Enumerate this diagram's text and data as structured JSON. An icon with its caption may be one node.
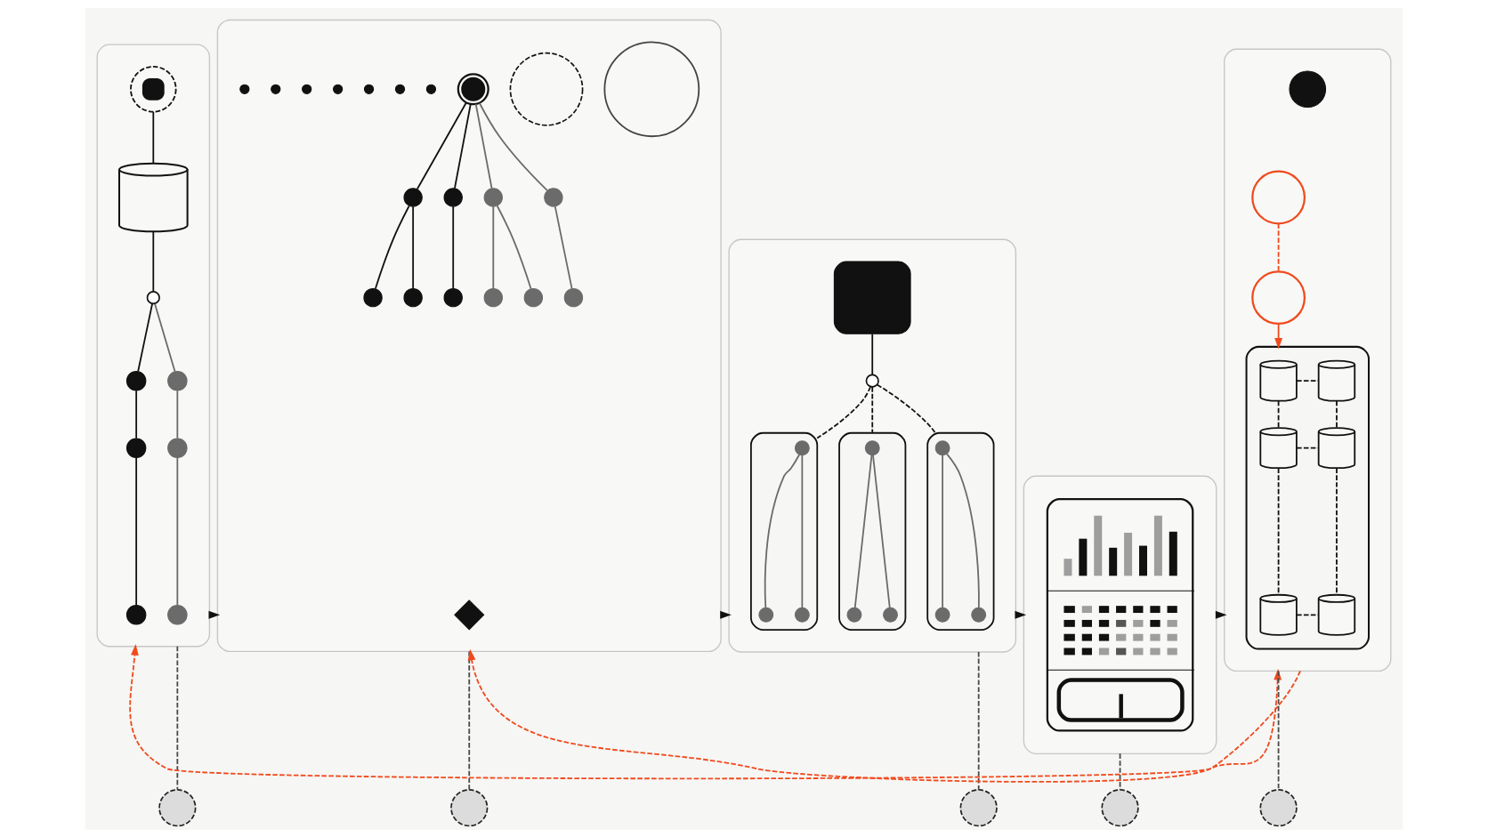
{
  "diagram": {
    "nodes": [
      {
        "text": [],
        "shape": "box"
      },
      {
        "text": [],
        "shape": "circle",
        "in": 0
      },
      {
        "text": [],
        "shape": "cylinder",
        "in": 0
      },
      {
        "text": [],
        "shape": "circle",
        "in": 0
      },
      {
        "text": [],
        "shape": "circle",
        "in": 0
      },
      {
        "text": [],
        "shape": "circle",
        "in": 0
      },
      {
        "text": [],
        "shape": "circle",
        "in": 0
      },
      {
        "text": [],
        "shape": "circle",
        "in": 0
      },
      {
        "text": [],
        "shape": "circle",
        "in": 0
      },
      {
        "text": [],
        "shape": "circle",
        "in": 0
      },
      {
        "text": [],
        "shape": "box"
      },
      {
        "text": [],
        "shape": "circle",
        "in": 10
      },
      {
        "text": [],
        "shape": "circle",
        "in": 10
      },
      {
        "text": [],
        "shape": "circle",
        "in": 10
      },
      {
        "text": [],
        "shape": "circle",
        "in": 10
      },
      {
        "text": [],
        "shape": "circle",
        "in": 10
      },
      {
        "text": [],
        "shape": "circle",
        "in": 10
      },
      {
        "text": [],
        "shape": "circle",
        "in": 10
      },
      {
        "text": [],
        "shape": "circle",
        "in": 10
      },
      {
        "text": [],
        "shape": "circle",
        "in": 10
      },
      {
        "text": [],
        "shape": "circle",
        "in": 10
      },
      {
        "text": [],
        "shape": "circle",
        "in": 10
      },
      {
        "text": [],
        "shape": "circle",
        "in": 10
      },
      {
        "text": [],
        "shape": "circle",
        "in": 10
      },
      {
        "text": [],
        "shape": "circle",
        "in": 10
      },
      {
        "text": [],
        "shape": "circle",
        "in": 10
      },
      {
        "text": [],
        "shape": "circle",
        "in": 10
      },
      {
        "text": [],
        "shape": "circle",
        "in": 10
      },
      {
        "text": [],
        "shape": "circle",
        "in": 10
      },
      {
        "text": [],
        "shape": "circle",
        "in": 10
      },
      {
        "text": [],
        "shape": "circle",
        "in": 10
      },
      {
        "text": [],
        "shape": "diamond",
        "in": 10
      },
      {
        "text": [],
        "shape": "box"
      },
      {
        "text": [],
        "shape": "box",
        "in": 32
      },
      {
        "text": [],
        "shape": "circle",
        "in": 32
      },
      {
        "text": [],
        "shape": "box",
        "in": 32
      },
      {
        "text": [],
        "shape": "box",
        "in": 32
      },
      {
        "text": [],
        "shape": "box",
        "in": 32
      },
      {
        "text": [],
        "shape": "circle",
        "in": 35
      },
      {
        "text": [],
        "shape": "circle",
        "in": 35
      },
      {
        "text": [],
        "shape": "circle",
        "in": 35
      },
      {
        "text": [],
        "shape": "circle",
        "in": 36
      },
      {
        "text": [],
        "shape": "circle",
        "in": 36
      },
      {
        "text": [],
        "shape": "circle",
        "in": 36
      },
      {
        "text": [],
        "shape": "circle",
        "in": 37
      },
      {
        "text": [],
        "shape": "circle",
        "in": 37
      },
      {
        "text": [],
        "shape": "circle",
        "in": 37
      },
      {
        "text": [],
        "shape": "box"
      },
      {
        "text": [],
        "shape": "picture",
        "in": 47
      },
      {
        "text": [],
        "shape": "box"
      },
      {
        "text": [],
        "shape": "circle",
        "in": 49
      },
      {
        "text": [],
        "shape": "circle",
        "in": 49
      },
      {
        "text": [],
        "shape": "box",
        "in": 49
      },
      {
        "text": [],
        "shape": "circle",
        "in": 49
      },
      {
        "text": [],
        "shape": "cylinder",
        "in": 52
      },
      {
        "text": [],
        "shape": "cylinder",
        "in": 52
      },
      {
        "text": [],
        "shape": "cylinder",
        "in": 52
      },
      {
        "text": [],
        "shape": "cylinder",
        "in": 52
      },
      {
        "text": [],
        "shape": "cylinder",
        "in": 52
      },
      {
        "text": [],
        "shape": "cylinder",
        "in": 52
      },
      {
        "text": [],
        "shape": "circle"
      },
      {
        "text": [],
        "shape": "circle"
      },
      {
        "text": [],
        "shape": "circle"
      },
      {
        "text": [],
        "shape": "circle"
      },
      {
        "text": [],
        "shape": "circle"
      }
    ],
    "edges": [
      {
        "from": 1,
        "to": 2,
        "arrow": "none"
      },
      {
        "from": 2,
        "to": 3,
        "arrow": "none"
      },
      {
        "from": 3,
        "to": 4,
        "arrow": "none"
      },
      {
        "from": 4,
        "to": 5,
        "arrow": "none"
      },
      {
        "from": 5,
        "to": 6,
        "arrow": "none"
      },
      {
        "from": 3,
        "to": 7,
        "arrow": "none",
        "color": "#6b6b6b"
      },
      {
        "from": 7,
        "to": 8,
        "arrow": "none",
        "color": "#6b6b6b"
      },
      {
        "from": 8,
        "to": 9,
        "arrow": "none",
        "color": "#6b6b6b"
      },
      {
        "from": 0,
        "to": 10,
        "arrow": "to"
      },
      {
        "from": 13,
        "to": 15,
        "arrow": "none"
      },
      {
        "from": 15,
        "to": 14,
        "arrow": "none"
      },
      {
        "from": 15,
        "to": 16,
        "arrow": "none"
      },
      {
        "from": 13,
        "to": 17,
        "arrow": "none"
      },
      {
        "from": 17,
        "to": 18,
        "arrow": "none"
      },
      {
        "from": 13,
        "to": 20,
        "arrow": "none",
        "color": "#6b6b6b"
      },
      {
        "from": 20,
        "to": 19,
        "arrow": "none",
        "color": "#6b6b6b"
      },
      {
        "from": 20,
        "to": 21,
        "arrow": "none",
        "color": "#6b6b6b"
      },
      {
        "from": 13,
        "to": 22,
        "arrow": "none",
        "color": "#6b6b6b"
      },
      {
        "from": 22,
        "to": 23,
        "arrow": "none",
        "color": "#6b6b6b"
      },
      {
        "from": 10,
        "to": 32,
        "arrow": "to"
      },
      {
        "from": 33,
        "to": 34,
        "arrow": "none"
      },
      {
        "from": 34,
        "to": 35,
        "arrow": "none",
        "style": "dashed"
      },
      {
        "from": 34,
        "to": 36,
        "arrow": "none",
        "style": "dashed"
      },
      {
        "from": 34,
        "to": 37,
        "arrow": "none",
        "style": "dashed"
      },
      {
        "from": 38,
        "to": 39,
        "arrow": "none",
        "color": "#6b6b6b"
      },
      {
        "from": 38,
        "to": 40,
        "arrow": "none",
        "color": "#6b6b6b"
      },
      {
        "from": 41,
        "to": 42,
        "arrow": "none",
        "color": "#6b6b6b"
      },
      {
        "from": 41,
        "to": 43,
        "arrow": "none",
        "color": "#6b6b6b"
      },
      {
        "from": 44,
        "to": 45,
        "arrow": "none",
        "color": "#6b6b6b"
      },
      {
        "from": 44,
        "to": 46,
        "arrow": "none",
        "color": "#6b6b6b"
      },
      {
        "from": 32,
        "to": 47,
        "arrow": "to"
      },
      {
        "from": 47,
        "to": 49,
        "arrow": "to"
      },
      {
        "from": 50,
        "to": 51,
        "arrow": "none",
        "style": "dashed",
        "color": "#f04a1d"
      },
      {
        "from": 51,
        "to": 52,
        "arrow": "to",
        "color": "#f04a1d"
      },
      {
        "from": 54,
        "to": 55,
        "arrow": "none",
        "style": "dashed"
      },
      {
        "from": 54,
        "to": 56,
        "arrow": "none",
        "style": "dashed"
      },
      {
        "from": 55,
        "to": 57,
        "arrow": "none",
        "style": "dashed"
      },
      {
        "from": 56,
        "to": 57,
        "arrow": "none",
        "style": "dashed"
      },
      {
        "from": 56,
        "to": 58,
        "arrow": "none",
        "style": "dashed"
      },
      {
        "from": 57,
        "to": 59,
        "arrow": "none",
        "style": "dashed"
      },
      {
        "from": 58,
        "to": 59,
        "arrow": "none",
        "style": "dashed"
      },
      {
        "from": 0,
        "to": 60,
        "arrow": "none",
        "style": "dashed",
        "color": "#4a4a4a"
      },
      {
        "from": 10,
        "to": 61,
        "arrow": "none",
        "style": "dashed",
        "color": "#4a4a4a"
      },
      {
        "from": 32,
        "to": 62,
        "arrow": "none",
        "style": "dashed",
        "color": "#4a4a4a"
      },
      {
        "from": 47,
        "to": 63,
        "arrow": "none",
        "style": "dashed",
        "color": "#4a4a4a"
      },
      {
        "from": 49,
        "to": 64,
        "arrow": "none",
        "style": "dashed",
        "color": "#4a4a4a"
      },
      {
        "from": 49,
        "to": 0,
        "arrow": "both",
        "style": "dashed",
        "color": "#f04a1d"
      },
      {
        "from": 49,
        "to": 10,
        "arrow": "to",
        "style": "dashed",
        "color": "#f04a1d"
      }
    ]
  }
}
